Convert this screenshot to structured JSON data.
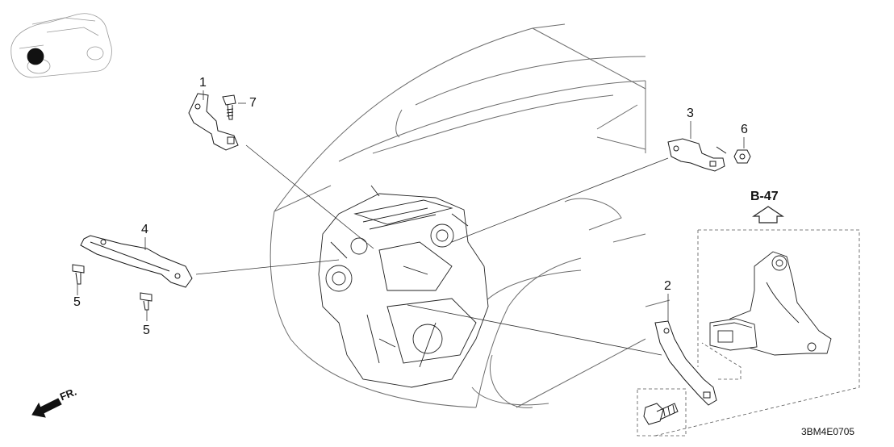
{
  "callouts": [
    {
      "label": "1",
      "part": "bracket-upper"
    },
    {
      "label": "7",
      "part": "bolt"
    },
    {
      "label": "3",
      "part": "harness-bracket"
    },
    {
      "label": "6",
      "part": "nut"
    },
    {
      "label": "4",
      "part": "stay-long"
    },
    {
      "label": "5",
      "part": "bolt-a"
    },
    {
      "label": "5",
      "part": "bolt-b"
    },
    {
      "label": "2",
      "part": "bracket-lower"
    }
  ],
  "reference": {
    "code": "B-47"
  },
  "direction": {
    "label": "FR."
  },
  "diagram_code": "3BM4E0705",
  "colors": {
    "line": "#1a1a1a",
    "fill": "#ffffff",
    "dark": "#222222"
  }
}
